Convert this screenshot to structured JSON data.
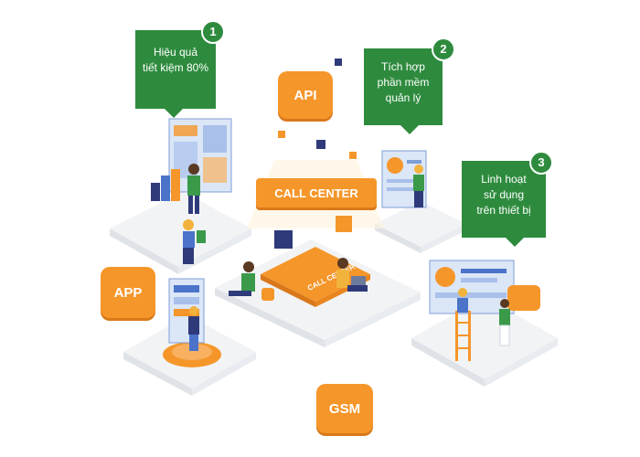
{
  "callouts": [
    {
      "number": "1",
      "line1": "Hiệu quả",
      "line2": "tiết kiệm 80%",
      "line3": ""
    },
    {
      "number": "2",
      "line1": "Tích hợp",
      "line2": "phần mềm",
      "line3": "quản lý"
    },
    {
      "number": "3",
      "line1": "Linh hoạt",
      "line2": "sử dụng",
      "line3": "trên thiết bị"
    }
  ],
  "tags": {
    "api": "API",
    "app": "APP",
    "gsm": "GSM"
  },
  "center": {
    "label": "CALL CENTER",
    "pad_label": "CALL CENTER"
  },
  "colors": {
    "green": "#2e8b3e",
    "orange": "#f5962a",
    "platform": "#f1f3f5",
    "navy": "#2f3a7a",
    "blue": "#4a73c9"
  }
}
